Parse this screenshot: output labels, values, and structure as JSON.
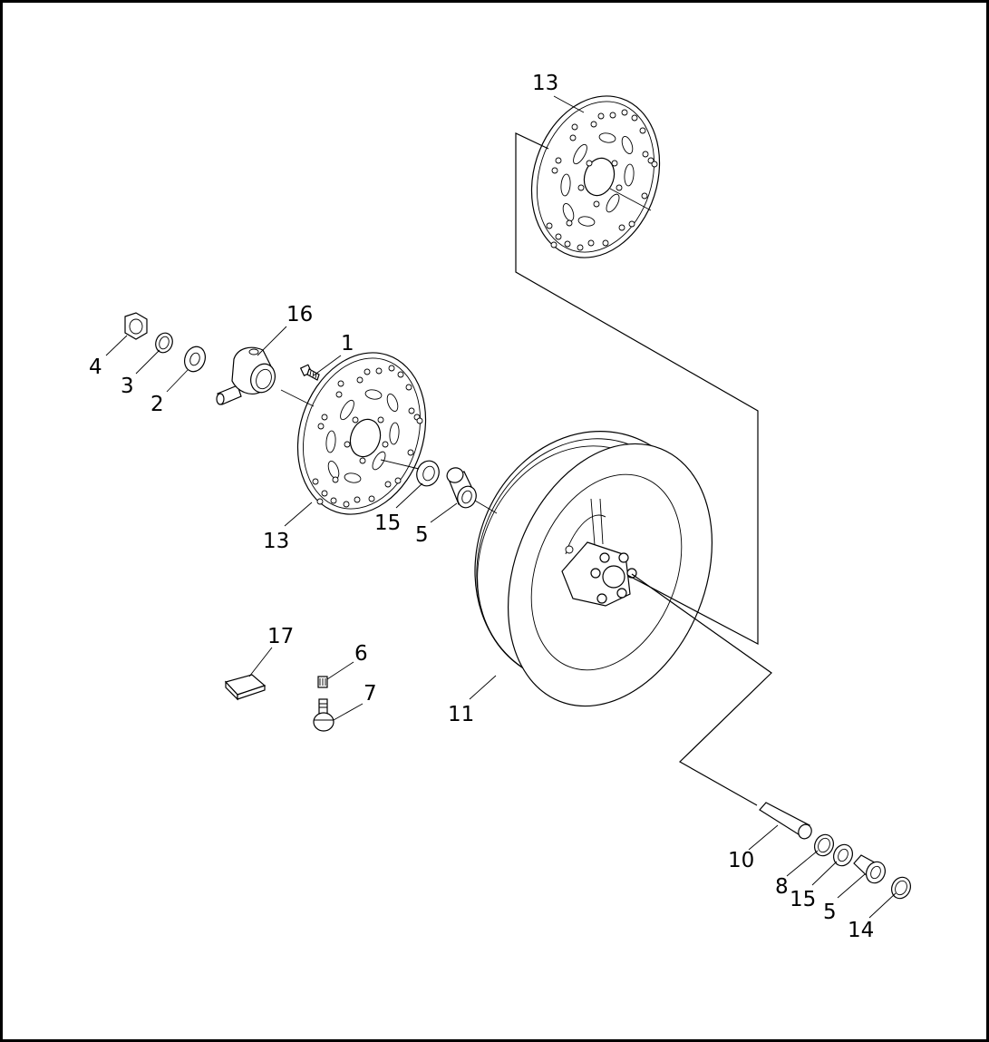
{
  "callouts": {
    "c13_top": "13",
    "c16": "16",
    "c1": "1",
    "c4": "4",
    "c3": "3",
    "c2": "2",
    "c13_left": "13",
    "c15_left": "15",
    "c5_left": "5",
    "c17": "17",
    "c6": "6",
    "c7": "7",
    "c11": "11",
    "c10": "10",
    "c8": "8",
    "c15_right": "15",
    "c5_right": "5",
    "c14": "14"
  },
  "colors": {
    "stroke": "#000000",
    "background": "#ffffff"
  }
}
